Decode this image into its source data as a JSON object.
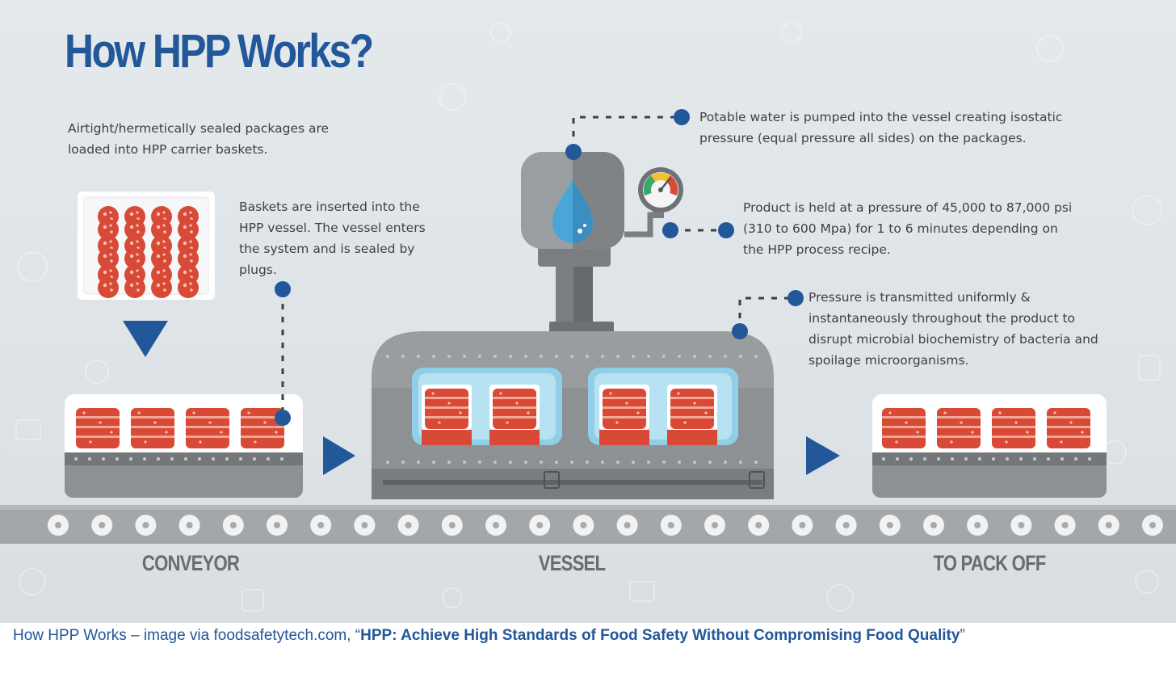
{
  "title": "How HPP Works?",
  "notes": {
    "loading": "Airtight/hermetically sealed packages are loaded into HPP carrier baskets.",
    "inserted": "Baskets are inserted into the HPP vessel. The vessel enters the system and is sealed by plugs.",
    "water": "Potable water is pumped into the vessel creating isostatic pressure (equal pressure all sides) on the packages.",
    "pressure": "Product is held at a pressure of 45,000 to 87,000 psi (310 to 600 Mpa) for 1 to 6 minutes depending on the HPP process recipe.",
    "transmit": "Pressure is transmitted uniformly & instantaneously throughout the product to disrupt microbial biochemistry of bacteria and spoilage microorganisms."
  },
  "stages": [
    "CONVEYOR",
    "VESSEL",
    "TO PACK OFF"
  ],
  "caption": {
    "prefix": "How HPP Works – image via foodsafetytech.com, “",
    "link": "HPP: Achieve High Standards of Food Safety Without Compromising Food Quality",
    "suffix": "”"
  },
  "colors": {
    "title": "#22579a",
    "accent": "#22579a",
    "product": "#d84a35",
    "machine": "#8e9194",
    "text": "#3f4144"
  },
  "icons": [
    "water-drop-icon",
    "pressure-gauge-icon",
    "arrow-down-icon",
    "arrow-right-icon"
  ]
}
